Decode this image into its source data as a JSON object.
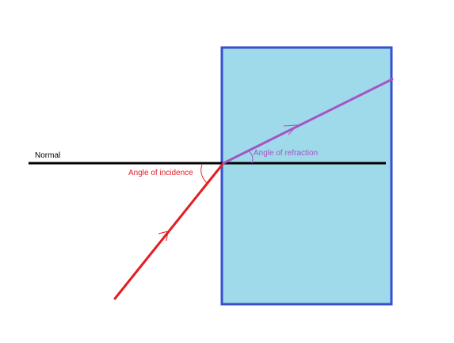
{
  "labels": {
    "normal": "Normal",
    "angle_of_incidence": "Angle of incidence",
    "angle_of_refraction": "Angle of refraction"
  },
  "colors": {
    "background": "#ffffff",
    "glass_fill": "#9fdaea",
    "glass_border": "#3a4fd0",
    "normal_line": "#000000",
    "incident_ray": "#e51c23",
    "refracted_ray": "#a555c4",
    "incidence_label": "#e51c23",
    "refraction_label": "#a555c4",
    "normal_label": "#000000"
  }
}
